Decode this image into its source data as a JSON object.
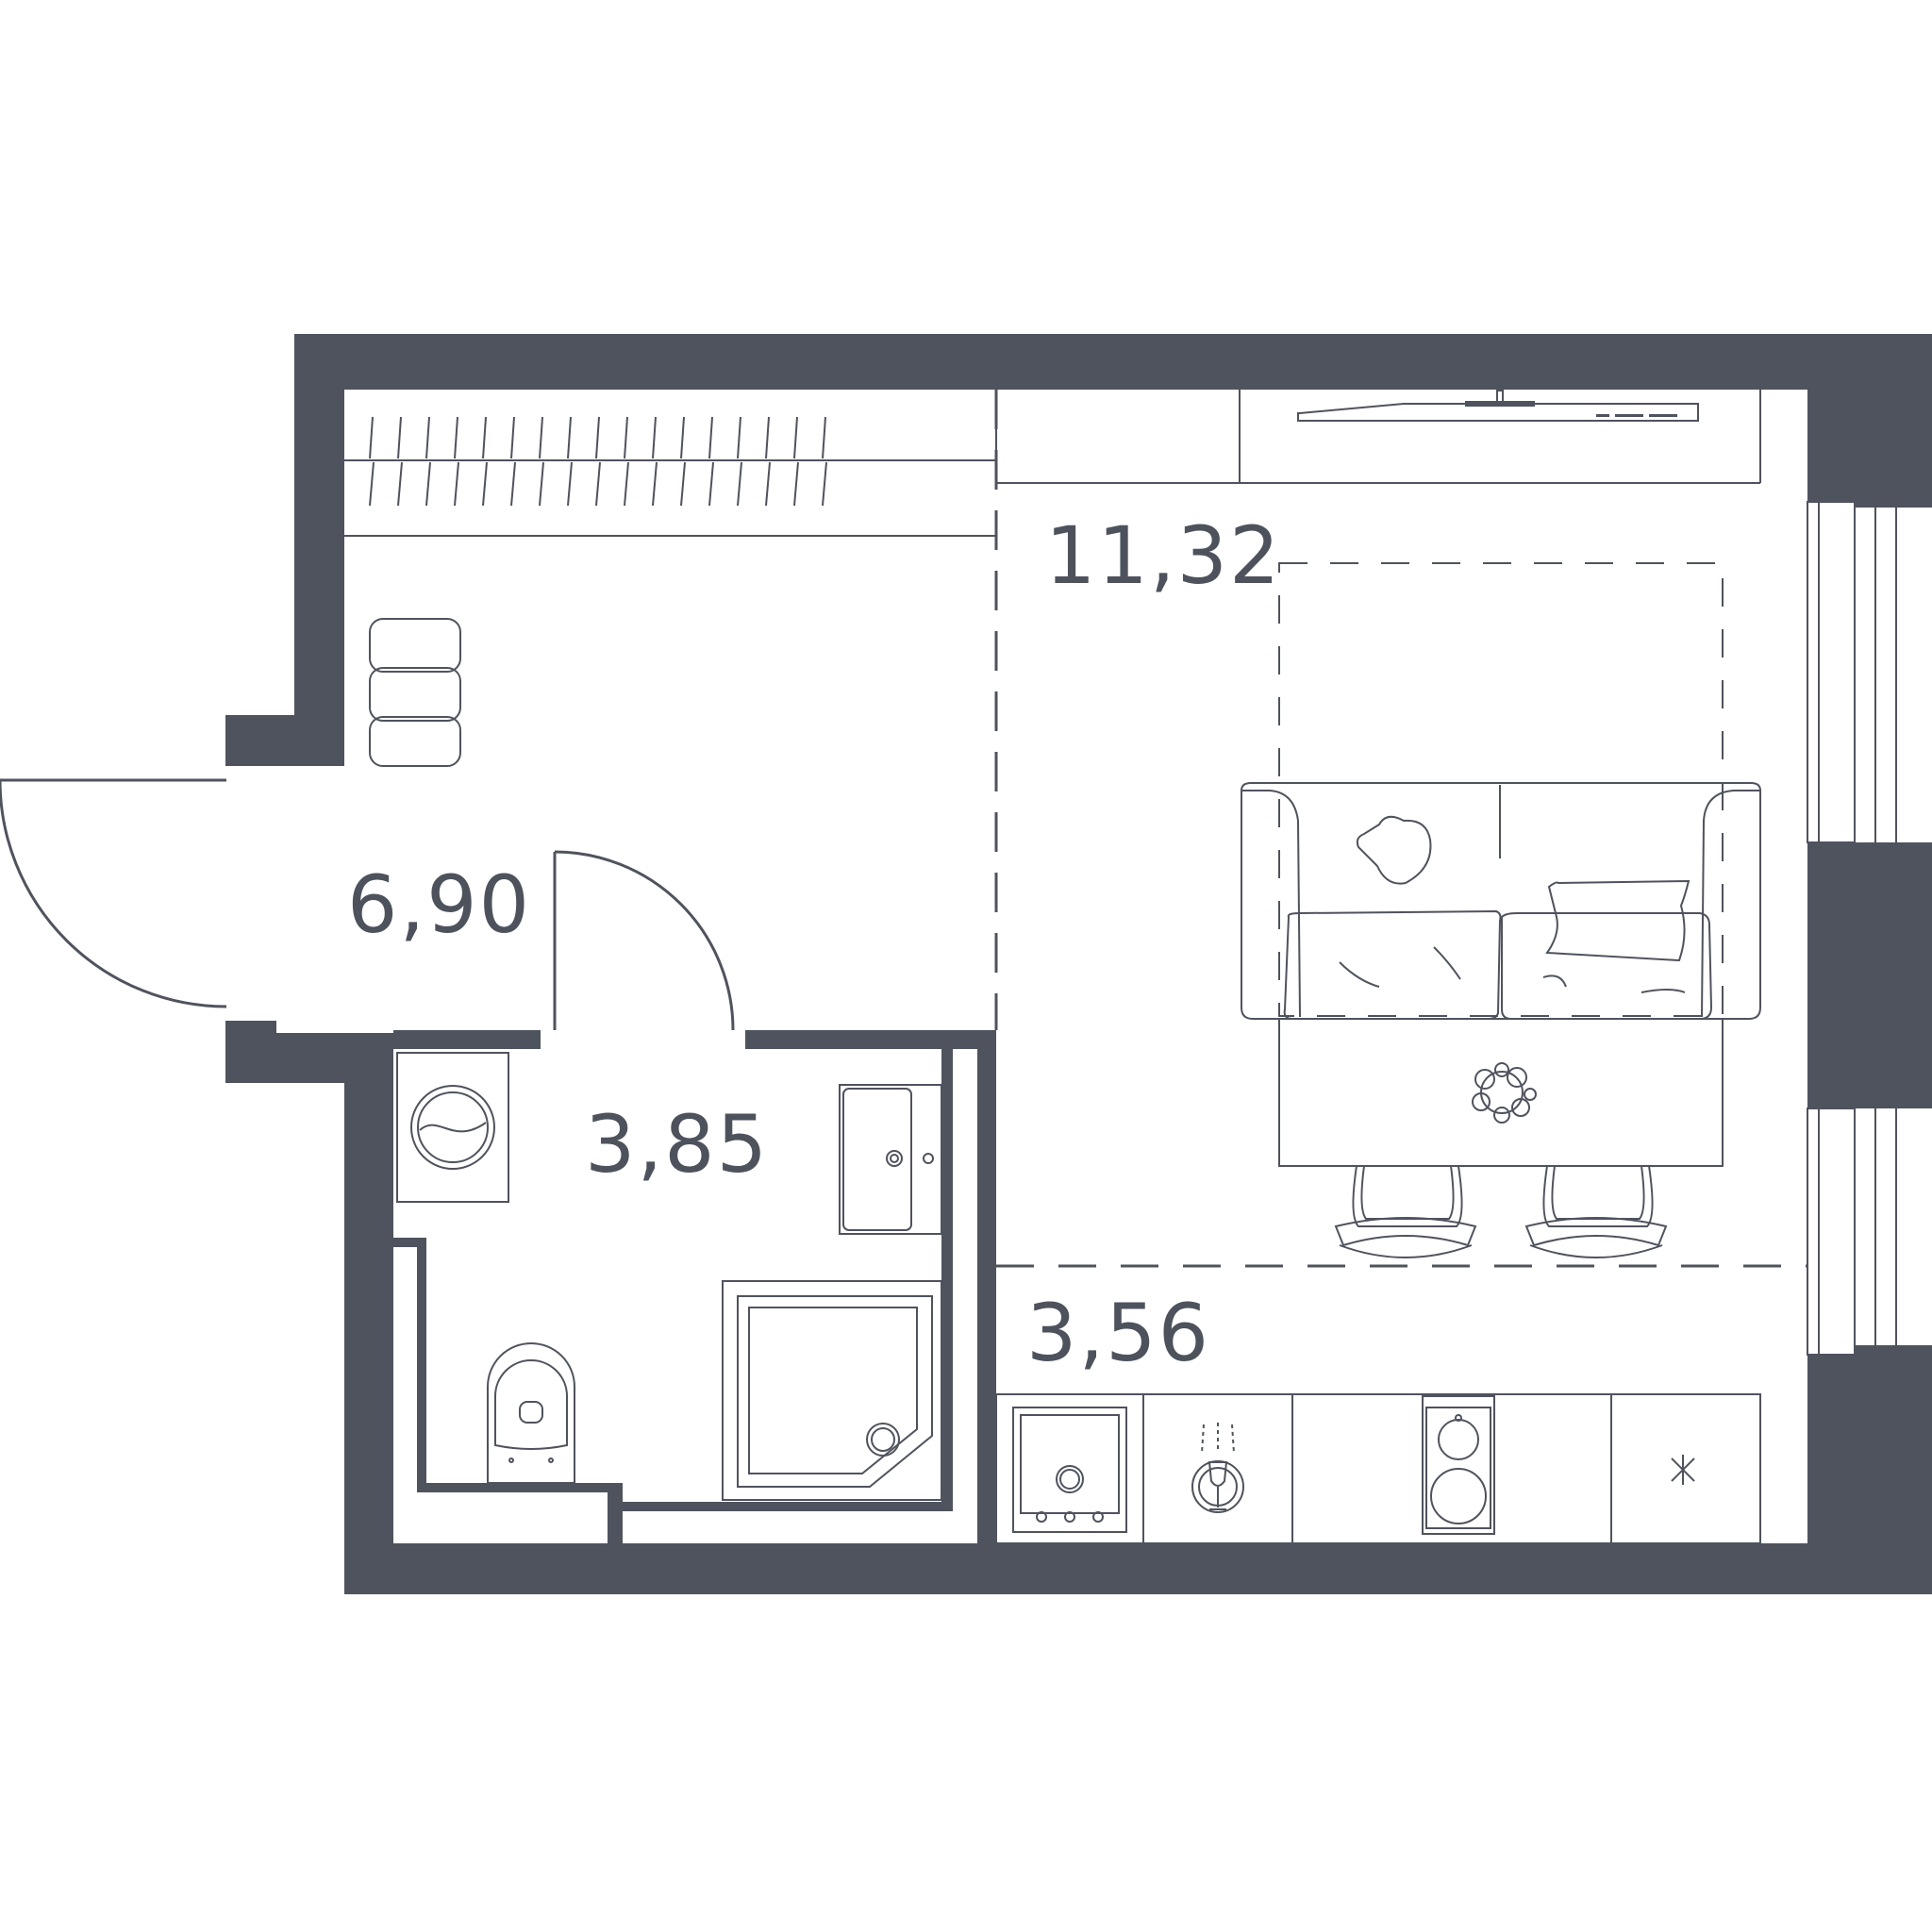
{
  "rooms": {
    "hall": {
      "area": "6,90"
    },
    "bathroom": {
      "area": "3,85"
    },
    "living": {
      "area": "11,32"
    },
    "kitchen": {
      "area": "3,56"
    }
  },
  "colors": {
    "wall": "#4f535e",
    "line": "#4f535e",
    "text": "#4d525c",
    "background": "#ffffff"
  },
  "icons": [
    "wardrobe-icon",
    "ottoman-icon",
    "entrance-door-icon",
    "bathroom-door-icon",
    "washing-machine-icon",
    "toilet-icon",
    "sink-icon",
    "shower-tray-icon",
    "tv-icon",
    "sofa-icon",
    "dining-table-icon",
    "chair-icon",
    "oven-icon",
    "kitchen-sink-icon",
    "hob-icon",
    "fridge-icon",
    "window-icon"
  ]
}
